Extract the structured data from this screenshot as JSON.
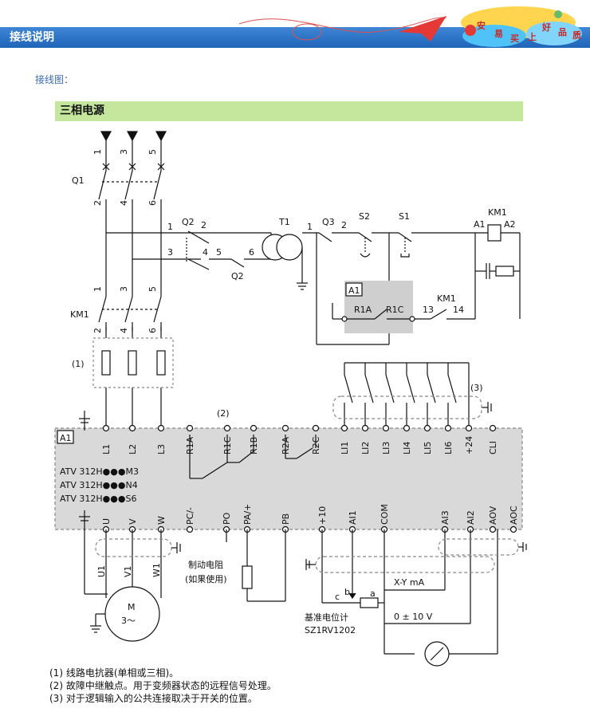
{
  "header": {
    "title": "接线说明",
    "brand_chars": [
      "安",
      "易",
      "买",
      "上",
      "好",
      "品",
      "质"
    ]
  },
  "subtitle": "接线图：",
  "power_title": "三相电源",
  "labels": {
    "q1": "Q1",
    "km1": "KM1",
    "km1_coil": "KM1",
    "q2": "Q2",
    "q2_b": "Q2",
    "q3": "Q3",
    "t1": "T1",
    "s1": "S1",
    "s2": "S2",
    "a1": "A1",
    "a1_coil": "A1",
    "a2_coil": "A2",
    "a1_box": "A1",
    "r1a": "R1A",
    "r1c": "R1C",
    "n13": "13",
    "n14": "14",
    "n1": "1",
    "n2": "2",
    "n3": "3",
    "n4": "4",
    "n5": "5",
    "n6": "6",
    "note1": "(1)",
    "note2": "(2)",
    "note3": "(3)",
    "model1": "ATV 312H●●●M3",
    "model2": "ATV 312H●●●N4",
    "model3": "ATV 312H●●●S6",
    "motor_m": "M",
    "motor_3": "3～",
    "brake": "制动电阻",
    "brake_sub": "(如果使用)",
    "pot": "基准电位计",
    "pot_model": "SZ1RV1202",
    "xy": "X-Y mA",
    "v10": "0 ± 10 V",
    "c": "c",
    "b": "b",
    "a": "a",
    "u1": "U1",
    "v1": "V1",
    "w1": "W1"
  },
  "top_terminals": [
    "L1",
    "L2",
    "L3",
    "R1A",
    "R1C",
    "R1B",
    "R2A",
    "R2C",
    "LI1",
    "LI2",
    "LI3",
    "LI4",
    "LI5",
    "LI6",
    "+24",
    "CLI"
  ],
  "bottom_terminals": [
    "U",
    "V",
    "W",
    "PC/-",
    "PO",
    "PA/+",
    "PB",
    "+10",
    "AI1",
    "COM",
    "AI3",
    "AI2",
    "AOV",
    "AOC"
  ],
  "notes": [
    "(1) 线路电抗器(单相或三相)。",
    "(2) 故障中继触点。用于变频器状态的远程信号处理。",
    "(3) 对于逻辑输入的公共连接取决于开关的位置。"
  ],
  "colors": {
    "header": "#2a6fc4",
    "band": "#c5e79d",
    "drive": "#d9d9d9",
    "a1_box": "#cfcfcf"
  }
}
